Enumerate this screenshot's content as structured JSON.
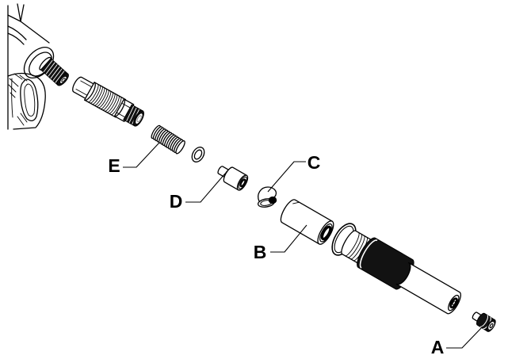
{
  "diagram": {
    "kind": "exploded-parts-illustration",
    "colors": {
      "line": "#000000",
      "background": "#ffffff",
      "dark_fill": "#121212"
    },
    "callouts": [
      {
        "letter": "A"
      },
      {
        "letter": "B"
      },
      {
        "letter": "C"
      },
      {
        "letter": "D"
      },
      {
        "letter": "E"
      }
    ]
  }
}
